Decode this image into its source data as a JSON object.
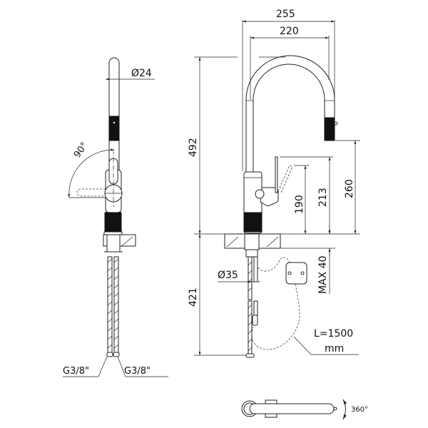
{
  "drawing": {
    "dimensions": {
      "spout_diameter": "Ø24",
      "lever_rotation": "90°",
      "total_height": "492",
      "total_reach": "255",
      "spout_reach": "220",
      "lever_height_1": "190",
      "lever_height_2": "213",
      "spout_clearance": "260",
      "max_counter_thickness": "MAX 40",
      "below_counter_length": "421",
      "hole_diameter": "Ø35",
      "hose_length_line1": "L=1500",
      "hose_length_line2": "mm",
      "connection_left": "G3/8\"",
      "connection_right": "G3/8\"",
      "swivel": "360°"
    }
  }
}
